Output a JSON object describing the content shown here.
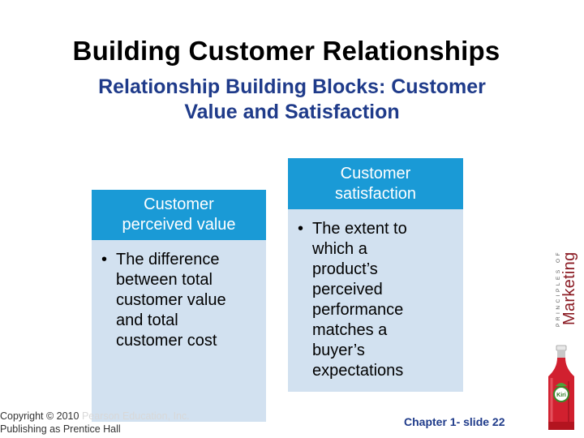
{
  "slide": {
    "title": "Building Customer Relationships",
    "subtitle_line1": "Relationship Building Blocks: Customer",
    "subtitle_line2": "Value and Satisfaction"
  },
  "cards": {
    "left": {
      "heading_line1": "Customer",
      "heading_line2": "perceived value",
      "bullet": [
        "The difference",
        "between total",
        "customer value",
        "and total",
        "customer cost"
      ]
    },
    "right": {
      "heading_line1": "Customer",
      "heading_line2": "satisfaction",
      "bullet": [
        "The extent to",
        "which a",
        "product’s",
        "perceived",
        "performance",
        "matches a",
        "buyer’s",
        "expectations"
      ]
    }
  },
  "footer": {
    "copyright_line1_a": "Copyright © 2010 ",
    "copyright_line1_b": "Pearson Education, Inc.",
    "copyright_line2": "Publishing as Prentice Hall",
    "slide_number": "Chapter 1- slide 22"
  },
  "brand": {
    "small_text": "PRINCIPLES OF",
    "big_text": "Marketing",
    "bottle_label": "Kiri"
  },
  "colors": {
    "header_blue": "#1a9ad6",
    "card_fill": "#d2e1f0",
    "subtitle_navy": "#1f3b8a",
    "brand_red": "#8a1a22",
    "bottle_red": "#d1202f"
  }
}
